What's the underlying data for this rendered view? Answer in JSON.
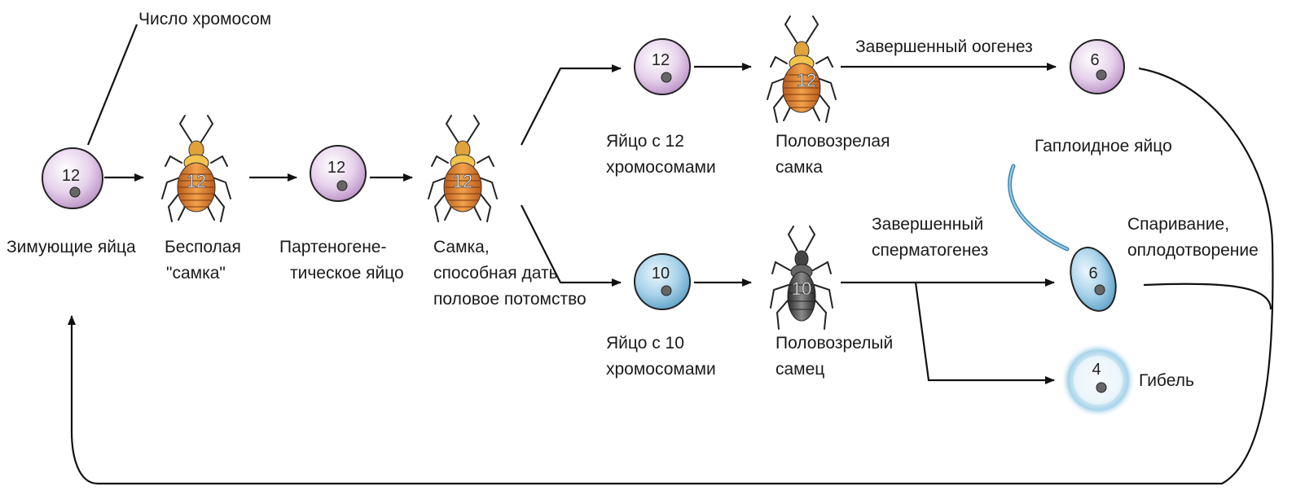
{
  "labels": {
    "chromosome_number": "Число хромосом",
    "wintering_eggs": "Зимующие яйца",
    "asexual_female_1": "Бесполая",
    "asexual_female_2": "\"самка\"",
    "parthenogenetic_egg_1": "Партеногене-",
    "parthenogenetic_egg_2": "тическое яйцо",
    "sexual_female_1": "Самка,",
    "sexual_female_2": "способная дать",
    "sexual_female_3": "половое потомство",
    "egg12_1": "Яйцо с 12",
    "egg12_2": "хромосомами",
    "mature_female_1": "Половозрелая",
    "mature_female_2": "самка",
    "oogenesis": "Завершенный оогенез",
    "haploid_egg": "Гаплоидное яйцо",
    "egg10_1": "Яйцо с 10",
    "egg10_2": "хромосомами",
    "mature_male_1": "Половозрелый",
    "mature_male_2": "самец",
    "spermatogenesis_1": "Завершенный",
    "spermatogenesis_2": "сперматогенез",
    "mating_1": "Спаривание,",
    "mating_2": "оплодотворение",
    "death": "Гибель"
  },
  "numbers": {
    "wintering_egg": "12",
    "asexual_female": "12",
    "parthenogenetic_egg": "12",
    "sexual_female": "12",
    "egg12": "12",
    "mature_female": "12",
    "haploid_egg": "6",
    "egg10": "10",
    "mature_male": "10",
    "sperm": "6",
    "dead_cell": "4"
  },
  "colors": {
    "egg_pink": "#d9bfe0",
    "egg_blue": "#8fc3df",
    "aphid_female": "#e89a3c",
    "aphid_male": "#555555"
  }
}
